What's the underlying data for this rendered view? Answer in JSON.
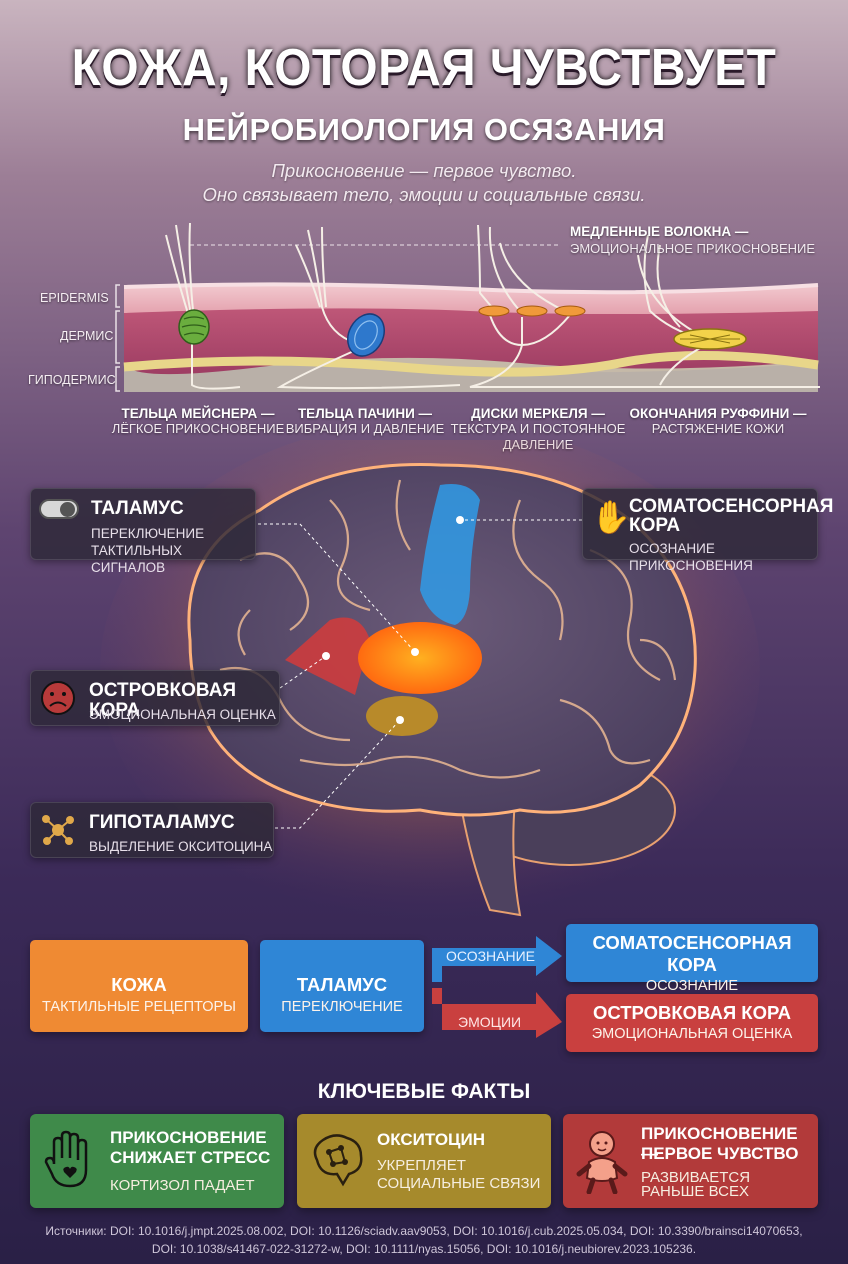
{
  "header": {
    "title": "КОЖА, КОТОРАЯ ЧУВСТВУЕТ",
    "subtitle": "НЕЙРОБИОЛОГИЯ ОСЯЗАНИЯ",
    "intro_line1": "Прикосновение — первое чувство.",
    "intro_line2": "Оно связывает тело, эмоции и социальные связи."
  },
  "skin": {
    "slow_fibers_title": "МЕДЛЕННЫЕ ВОЛОКНА —",
    "slow_fibers_sub": "ЭМОЦИОНАЛЬНОЕ ПРИКОСНОВЕНИЕ",
    "layers": {
      "epidermis": "EPIDERMIS",
      "dermis": "ДЕРМИС",
      "hypodermis": "ГИПОДЕРМИС"
    },
    "receptors": [
      {
        "title": "ТЕЛЬЦА МЕЙСНЕРА —",
        "sub1": "ЛЁГКОЕ ПРИКОСНОВЕНИЕ",
        "sub2": ""
      },
      {
        "title": "ТЕЛЬЦА ПАЧИНИ —",
        "sub1": "ВИБРАЦИЯ И ДАВЛЕНИЕ",
        "sub2": ""
      },
      {
        "title": "ДИСКИ МЕРКЕЛЯ —",
        "sub1": "ТЕКСТУРА И ПОСТОЯННОЕ",
        "sub2": "ДАВЛЕНИЕ"
      },
      {
        "title": "ОКОНЧАНИЯ РУФФИНИ —",
        "sub1": "РАСТЯЖЕНИЕ КОЖИ",
        "sub2": ""
      }
    ]
  },
  "brain": {
    "thalamus": {
      "title": "ТАЛАМУС",
      "sub1": "ПЕРЕКЛЮЧЕНИЕ",
      "sub2": "ТАКТИЛЬНЫХ СИГНАЛОВ",
      "icon": "toggle-icon"
    },
    "somatosensory": {
      "title1": "СОМАТОСЕНСОРНАЯ",
      "title2": "КОРА",
      "sub": "ОСОЗНАНИЕ ПРИКОСНОВЕНИЯ",
      "icon": "hand-icon"
    },
    "insula": {
      "title": "ОСТРОВКОВАЯ КОРА",
      "sub": "ЭМОЦИОНАЛЬНАЯ ОЦЕНКА",
      "icon": "sad-face-icon"
    },
    "hypothalamus": {
      "title": "ГИПОТАЛАМУС",
      "sub": "ВЫДЕЛЕНИЕ ОКСИТОЦИНА",
      "icon": "molecule-icon"
    }
  },
  "flow": {
    "skin": {
      "title": "КОЖА",
      "sub": "ТАКТИЛЬНЫЕ РЕЦЕПТОРЫ",
      "color": "#ef8a33"
    },
    "thalamus": {
      "title": "ТАЛАМУС",
      "sub": "ПЕРЕКЛЮЧЕНИЕ",
      "color": "#2f86d6"
    },
    "arrow_top": "ОСОЗНАНИЕ",
    "arrow_bottom": "ЭМОЦИИ",
    "somatosensory": {
      "title": "СОМАТОСЕНСОРНАЯ КОРА",
      "sub": "ОСОЗНАНИЕ",
      "color": "#2f86d6"
    },
    "insula": {
      "title": "ОСТРОВКОВАЯ КОРА",
      "sub": "ЭМОЦИОНАЛЬНАЯ ОЦЕНКА",
      "color": "#c9403f"
    }
  },
  "facts": {
    "heading": "КЛЮЧЕВЫЕ ФАКТЫ",
    "items": [
      {
        "title1": "ПРИКОСНОВЕНИЕ",
        "title2": "СНИЖАЕТ СТРЕСС",
        "sub1": "КОРТИЗОЛ ПАДАЕТ",
        "sub2": "",
        "color": "#3f8a4a",
        "icon": "hand-heart-icon"
      },
      {
        "title1": "ОКСИТОЦИН",
        "title2": "",
        "sub1": "УКРЕПЛЯЕТ",
        "sub2": "СОЦИАЛЬНЫЕ СВЯЗИ",
        "color": "#a68a2c",
        "icon": "brain-network-icon"
      },
      {
        "title1": "ПРИКОСНОВЕНИЕ —",
        "title2": "ПЕРВОЕ ЧУВСТВО",
        "sub1": "РАЗВИВАЕТСЯ",
        "sub2": "РАНЬШЕ ВСЕХ",
        "color": "#b23a3a",
        "icon": "baby-icon"
      }
    ]
  },
  "sources": {
    "line1": "Источники: DOI: 10.1016/j.jmpt.2025.08.002, DOI: 10.1126/sciadv.aav9053, DOI: 10.1016/j.cub.2025.05.034, DOI: 10.3390/brainsci14070653,",
    "line2": "DOI: 10.1038/s41467-022-31272-w, DOI: 10.1111/nyas.15056, DOI: 10.1016/j.neubiorev.2023.105236."
  }
}
